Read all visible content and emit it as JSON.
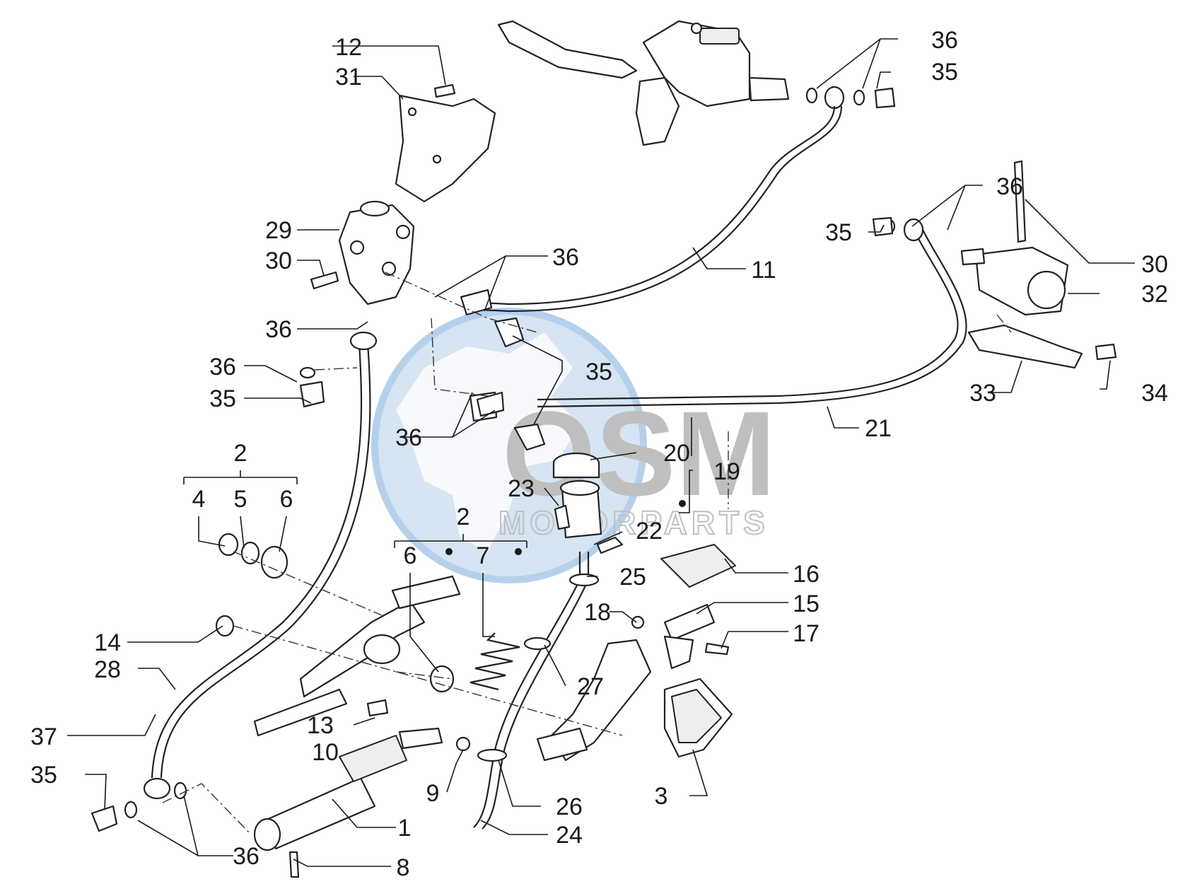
{
  "watermark": {
    "brand": "OSM",
    "subtitle": "MOTORPARTS",
    "globe_color": "#a9c8e8",
    "text_color": "#bdbdbd"
  },
  "diagram": {
    "callouts": [
      "1",
      "2",
      "2",
      "3",
      "4",
      "5",
      "6",
      "6",
      "7",
      "8",
      "9",
      "10",
      "11",
      "12",
      "13",
      "14",
      "15",
      "16",
      "17",
      "18",
      "19",
      "20",
      "21",
      "22",
      "23",
      "24",
      "25",
      "26",
      "27",
      "28",
      "29",
      "30",
      "30",
      "31",
      "32",
      "33",
      "34",
      "35",
      "35",
      "35",
      "35",
      "35",
      "36",
      "36",
      "36",
      "36",
      "36",
      "36",
      "36",
      "37"
    ]
  }
}
